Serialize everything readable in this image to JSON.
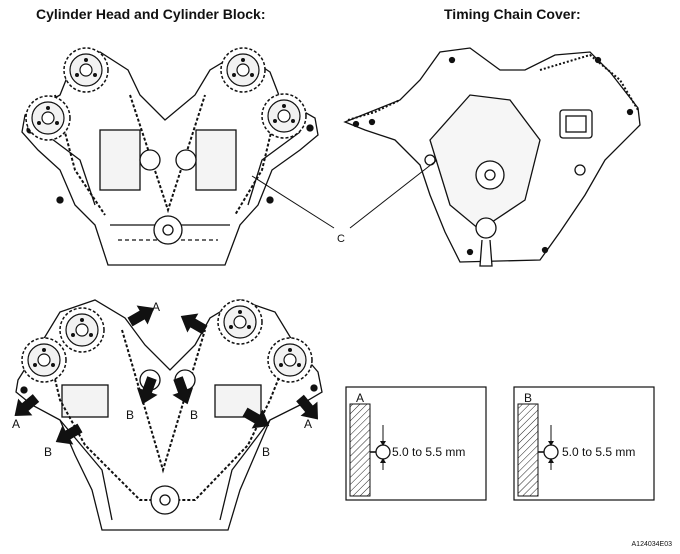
{
  "titles": {
    "left": "Cylinder Head and Cylinder Block:",
    "right": "Timing Chain Cover:"
  },
  "labels": {
    "c": "C",
    "a": "A",
    "b": "B"
  },
  "detail_a": {
    "letter": "A",
    "measurement": "5.0 to 5.5 mm"
  },
  "detail_b": {
    "letter": "B",
    "measurement": "5.0 to 5.5 mm"
  },
  "figure_code": "A124034E03"
}
